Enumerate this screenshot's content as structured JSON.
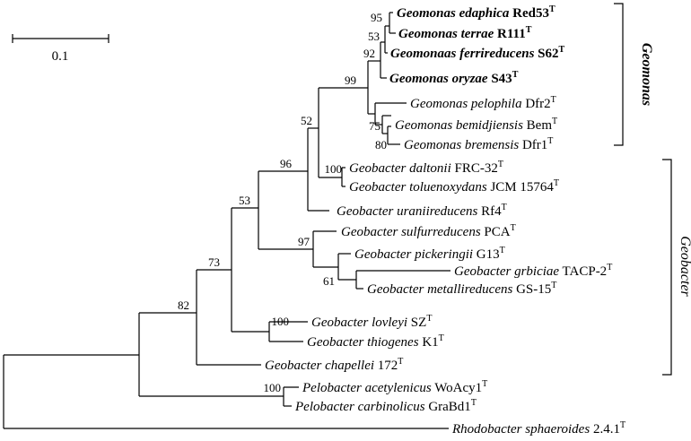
{
  "scale_bar": {
    "label": "0.1"
  },
  "taxa": [
    {
      "genus": "Geomonas",
      "species": "edaphica",
      "strain": "Red53",
      "type": "T",
      "bold": true
    },
    {
      "genus": "Geomonas",
      "species": "terrae",
      "strain": "R111",
      "type": "T",
      "bold": true
    },
    {
      "genus": "Geomonaas",
      "species": "ferrireducens",
      "strain": "S62",
      "type": "T",
      "bold": true
    },
    {
      "genus": "Geomonas",
      "species": "oryzae",
      "strain": "S43",
      "type": "T",
      "bold": true
    },
    {
      "genus": "Geomonas",
      "species": "pelophila",
      "strain": "Dfr2",
      "type": "T",
      "bold": false
    },
    {
      "genus": "Geomonas",
      "species": "bemidjiensis",
      "strain": "Bem",
      "type": "T",
      "bold": false
    },
    {
      "genus": "Geomonas",
      "species": "bremensis",
      "strain": "Dfr1",
      "type": "T",
      "bold": false
    },
    {
      "genus": "Geobacter",
      "species": "daltonii",
      "strain": "FRC-32",
      "type": "T",
      "bold": false
    },
    {
      "genus": "Geobacter",
      "species": "toluenoxydans",
      "strain": "JCM 15764",
      "type": "T",
      "bold": false
    },
    {
      "genus": "Geobacter",
      "species": "uraniireducens",
      "strain": "Rf4",
      "type": "T",
      "bold": false
    },
    {
      "genus": "Geobacter",
      "species": "sulfurreducens",
      "strain": "PCA",
      "type": "T",
      "bold": false
    },
    {
      "genus": "Geobacter",
      "species": "pickeringii",
      "strain": "G13",
      "type": "T",
      "bold": false
    },
    {
      "genus": "Geobacter",
      "species": "grbiciae",
      "strain": "TACP-2",
      "type": "T",
      "bold": false
    },
    {
      "genus": "Geobacter",
      "species": "metallireducens",
      "strain": "GS-15",
      "type": "T",
      "bold": false
    },
    {
      "genus": "Geobacter",
      "species": "lovleyi",
      "strain": "SZ",
      "type": "T",
      "bold": false
    },
    {
      "genus": "Geobacter",
      "species": "thiogenes",
      "strain": "K1",
      "type": "T",
      "bold": false
    },
    {
      "genus": "Geobacter",
      "species": "chapellei",
      "strain": "172",
      "type": "T",
      "bold": false
    },
    {
      "genus": "Pelobacter",
      "species": "acetylenicus",
      "strain": "WoAcy1",
      "type": "T",
      "bold": false
    },
    {
      "genus": "Pelobacter",
      "species": "carbinolicus",
      "strain": "GraBd1",
      "type": "T",
      "bold": false
    },
    {
      "genus": "Rhodobacter",
      "species": "sphaeroides",
      "strain": "2.4.1",
      "type": "T",
      "bold": false
    }
  ],
  "bootstrap": [
    "95",
    "53",
    "92",
    "99",
    "75",
    "80",
    "52",
    "100",
    "96",
    "53",
    "97",
    "61",
    "73",
    "100",
    "82",
    "100"
  ],
  "clades": [
    {
      "name": "Geomonas",
      "bold": true
    },
    {
      "name": "Geobacter",
      "bold": false
    }
  ]
}
